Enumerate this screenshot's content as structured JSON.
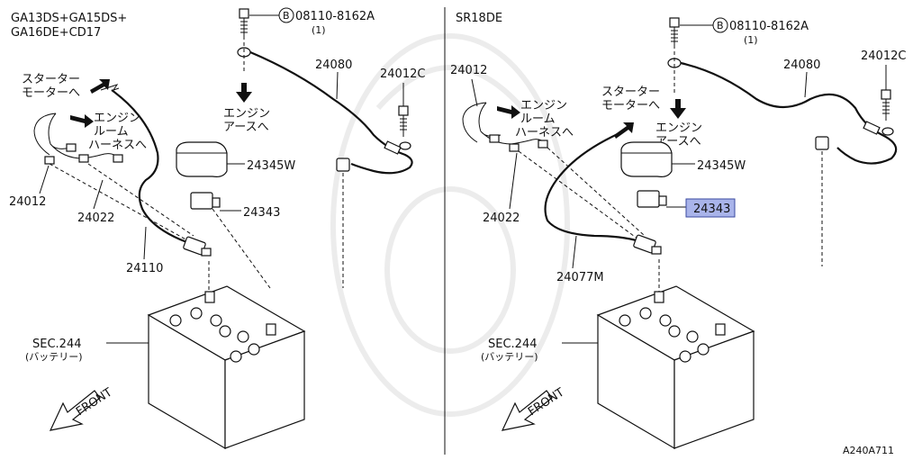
{
  "left": {
    "models_line1": "GA13DS+GA15DS+",
    "models_line2": "GA16DE+CD17",
    "bolt_code": "08110-8162A",
    "bolt_qty": "(1)",
    "circle_b": "B",
    "starter_line1": "スターター",
    "starter_line2": "モーターへ",
    "engine_room_line1": "エンジン",
    "engine_room_line2": "ルーム",
    "engine_room_line3": "ハーネスへ",
    "engine_earth_line1": "エンジン",
    "engine_earth_line2": "アースへ",
    "p24080": "24080",
    "p24012C": "24012C",
    "p24345W": "24345W",
    "p24343": "24343",
    "p24012": "24012",
    "p24022": "24022",
    "p24110": "24110",
    "sec": "SEC.244",
    "battery": "(バッテリー)",
    "front": "FRONT"
  },
  "right": {
    "model": "SR18DE",
    "bolt_code": "08110-8162A",
    "bolt_qty": "(1)",
    "circle_b": "B",
    "starter_line1": "スターター",
    "starter_line2": "モーターへ",
    "engine_room_line1": "エンジン",
    "engine_room_line2": "ルーム",
    "engine_room_line3": "ハーネスへ",
    "engine_earth_line1": "エンジン",
    "engine_earth_line2": "アースへ",
    "p24012": "24012",
    "p24080": "24080",
    "p24012C": "24012C",
    "p24345W": "24345W",
    "p24343": "24343",
    "p24022": "24022",
    "p24077M": "24077M",
    "sec": "SEC.244",
    "battery": "(バッテリー)",
    "front": "FRONT"
  },
  "figure_code": "A240A711",
  "highlight_color": "#a9b4ea"
}
